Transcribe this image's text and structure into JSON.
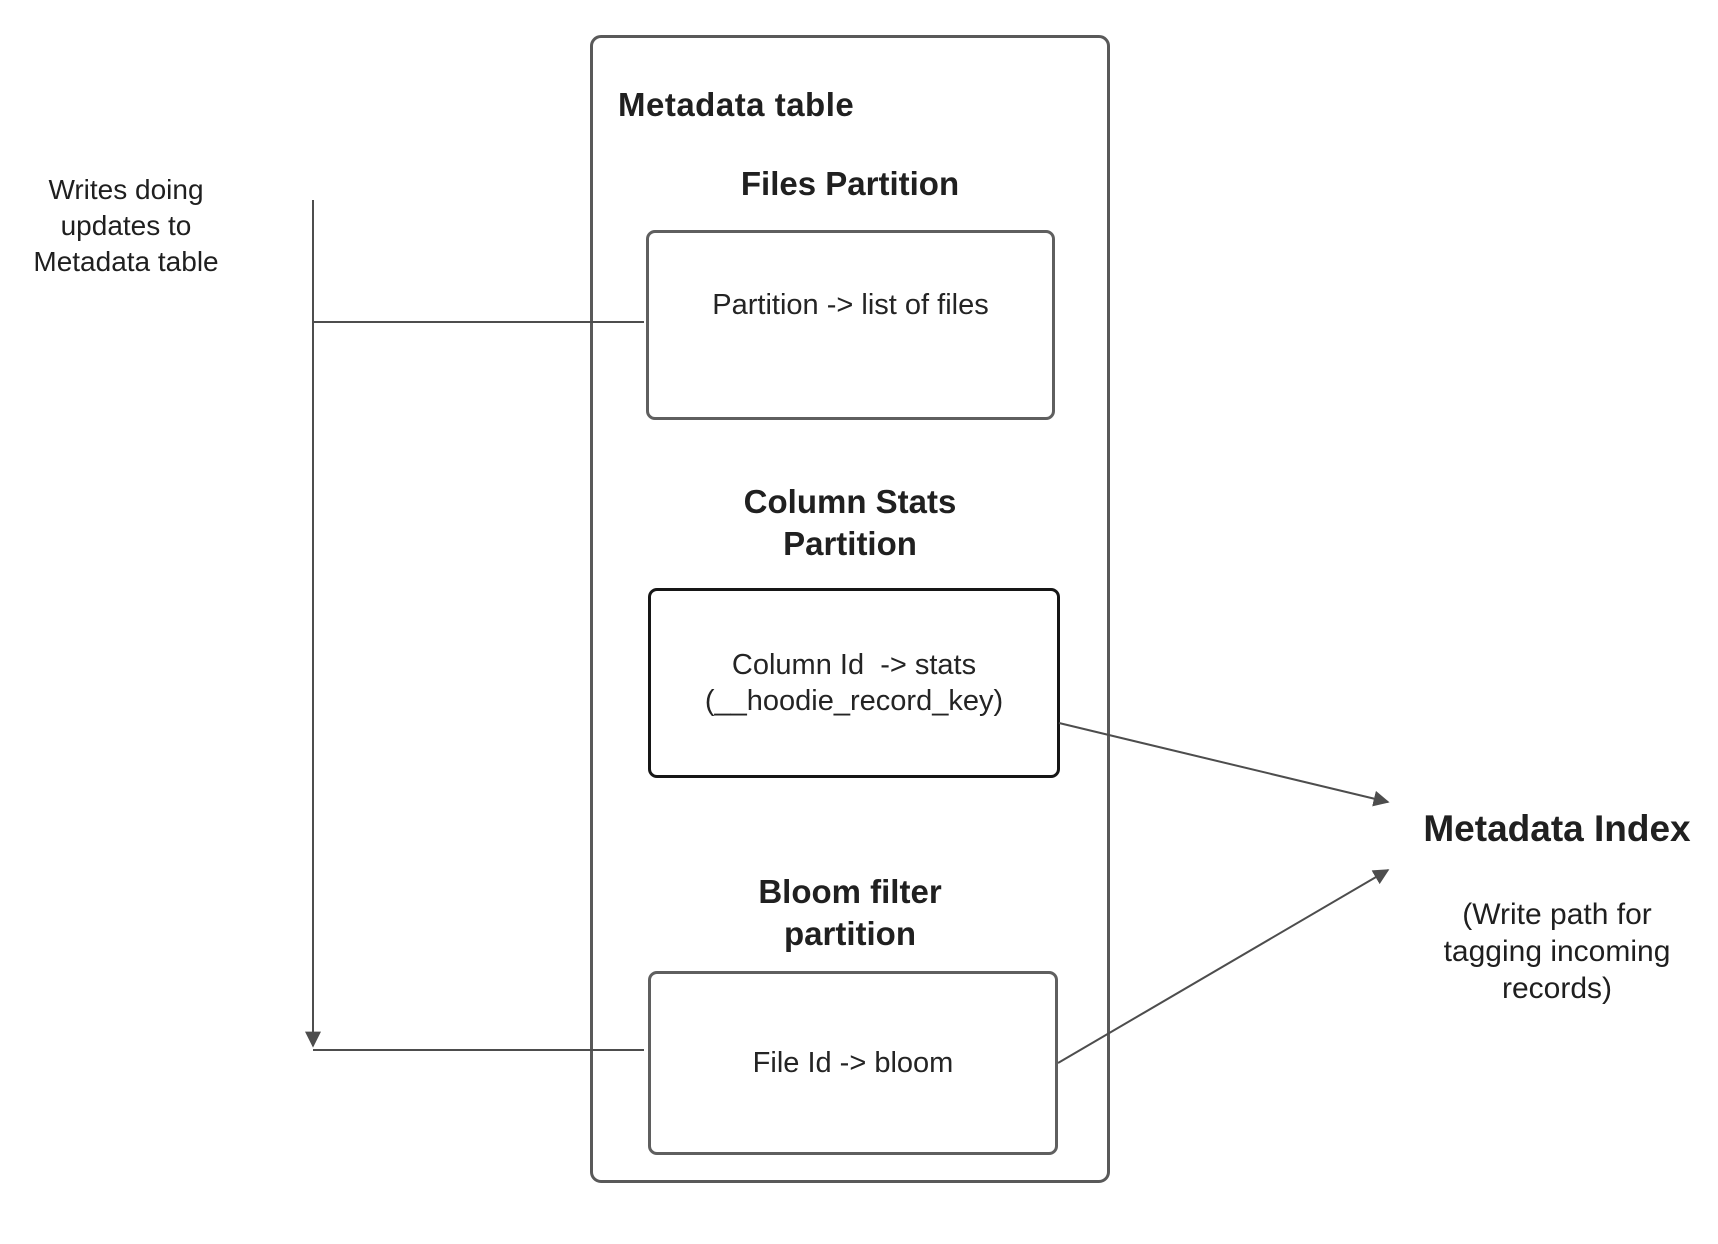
{
  "diagram": {
    "side_note": {
      "text": "Writes doing\nupdates to\nMetadata table"
    },
    "metadata_table": {
      "title": "Metadata table",
      "partitions": [
        {
          "heading": "Files Partition",
          "label": "Partition -> list of files"
        },
        {
          "heading": "Column Stats\nPartition",
          "label": "Column Id  -> stats\n(__hoodie_record_key)"
        },
        {
          "heading": "Bloom filter\npartition",
          "label": "File Id -> bloom"
        }
      ]
    },
    "metadata_index": {
      "title": "Metadata Index",
      "subtitle": "(Write path for\ntagging incoming\nrecords)"
    },
    "colors": {
      "line": "#4d4d4d",
      "box_border": "#5f5f5f",
      "outer_border": "#595959",
      "emphasis_border": "#161616",
      "text": "#202020",
      "background": "#ffffff"
    }
  }
}
